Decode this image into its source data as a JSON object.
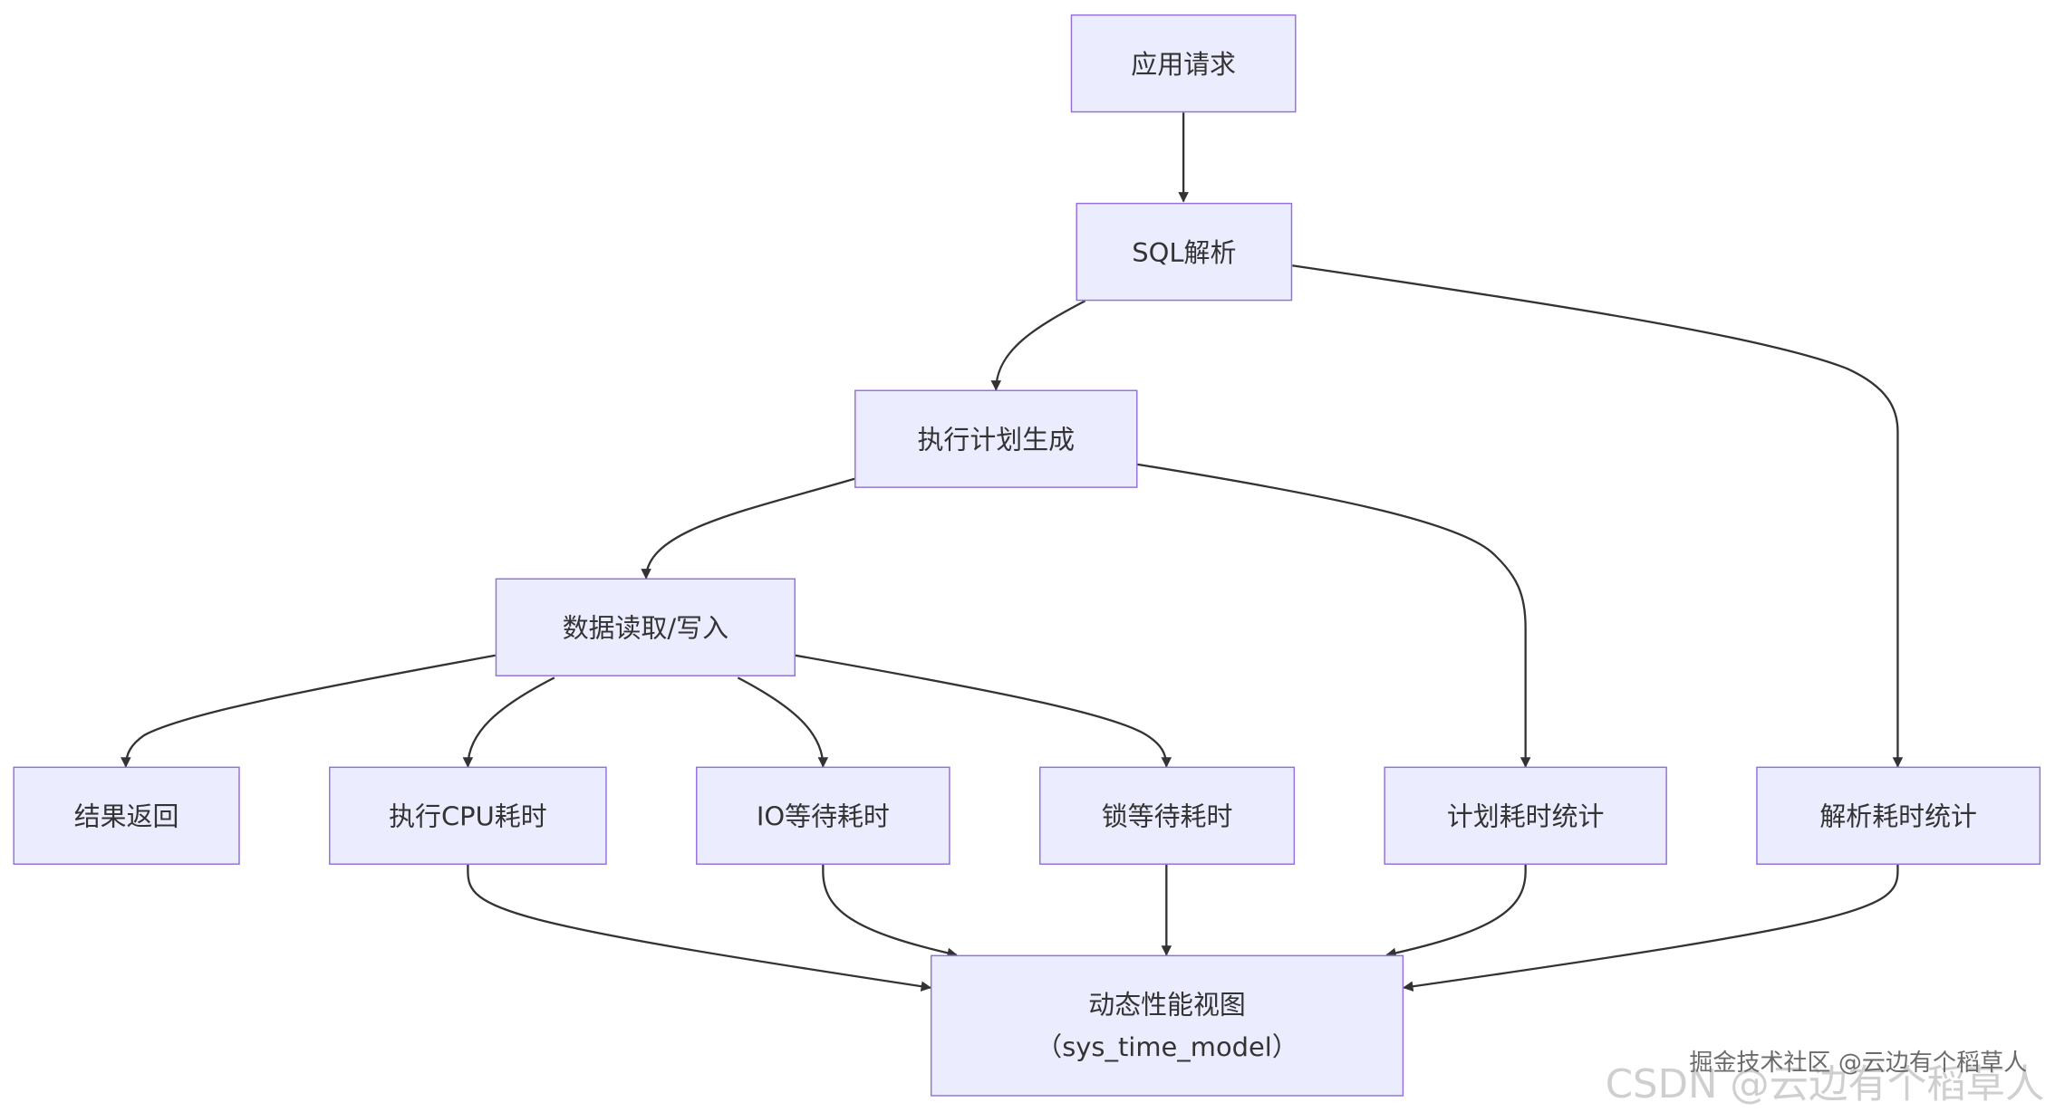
{
  "diagram": {
    "nodes": {
      "request": "应用请求",
      "sql_parse": "SQL解析",
      "plan_gen": "执行计划生成",
      "data_io": "数据读取/写入",
      "result": "结果返回",
      "cpu_time": "执行CPU耗时",
      "io_wait": "IO等待耗时",
      "lock_wait": "锁等待耗时",
      "plan_stat": "计划耗时统计",
      "parse_stat": "解析耗时统计",
      "view_line1": "动态性能视图",
      "view_line2": "（sys_time_model）"
    },
    "edges": [
      [
        "request",
        "sql_parse"
      ],
      [
        "sql_parse",
        "plan_gen"
      ],
      [
        "sql_parse",
        "parse_stat"
      ],
      [
        "plan_gen",
        "data_io"
      ],
      [
        "plan_gen",
        "plan_stat"
      ],
      [
        "data_io",
        "result"
      ],
      [
        "data_io",
        "cpu_time"
      ],
      [
        "data_io",
        "io_wait"
      ],
      [
        "data_io",
        "lock_wait"
      ],
      [
        "cpu_time",
        "view"
      ],
      [
        "io_wait",
        "view"
      ],
      [
        "lock_wait",
        "view"
      ],
      [
        "plan_stat",
        "view"
      ],
      [
        "parse_stat",
        "view"
      ]
    ]
  },
  "watermark": {
    "back": "CSDN @云边有个稻草人",
    "front": "掘金技术社区 @云边有个稻草人"
  },
  "colors": {
    "node_fill": "#ececff",
    "node_border": "#9370db",
    "edge": "#333333",
    "text": "#333333"
  }
}
